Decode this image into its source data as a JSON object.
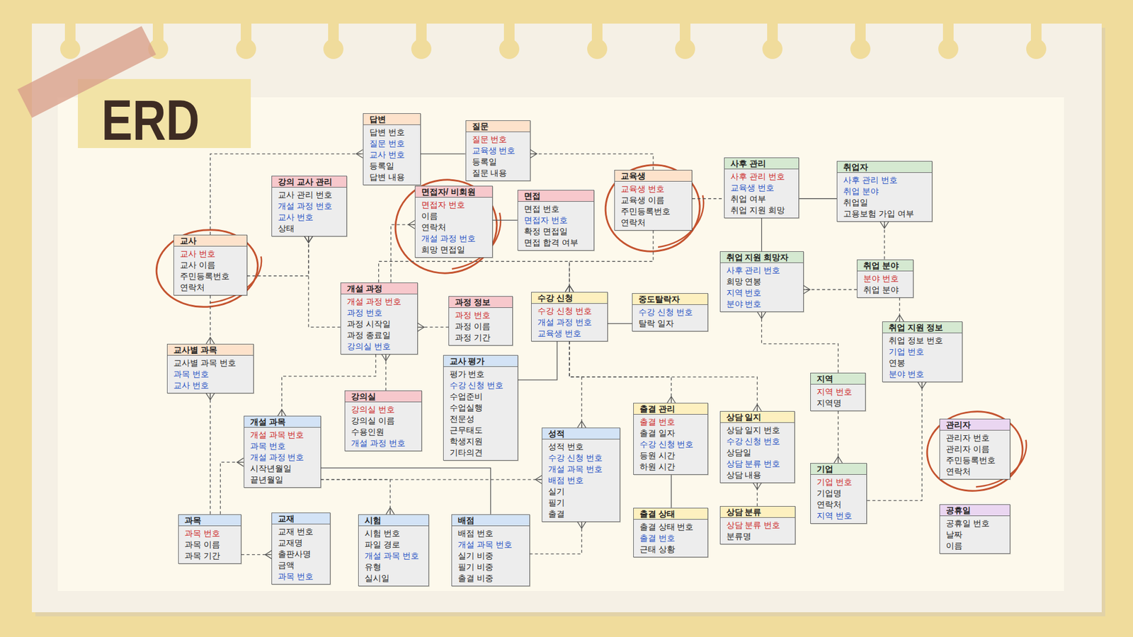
{
  "diagram": {
    "title": "ERD",
    "nodes": [
      {
        "text": [
          "답변",
          "답변 번호",
          "질문 번호",
          "교사 번호",
          "등록일",
          "답변 내용"
        ]
      },
      {
        "text": [
          "질문",
          "질문 번호",
          "교육생 번호",
          "등록일",
          "질문 내용"
        ]
      },
      {
        "text": [
          "교육생",
          "교육생 번호",
          "교육생 이름",
          "주민등록번호",
          "연락처"
        ]
      },
      {
        "text": [
          "사후 관리",
          "사후 관리 번호",
          "교육생 번호",
          "취업 여부",
          "취업 지원 희망"
        ]
      },
      {
        "text": [
          "취업자",
          "사후 관리 번호",
          "취업 분야",
          "취업일",
          "고용보험 가입 여부"
        ]
      },
      {
        "text": [
          "강의 교사 관리",
          "교사 관리 번호",
          "개설 과정 번호",
          "교사 번호",
          "상태"
        ]
      },
      {
        "text": [
          "면접자/ 비회원",
          "면접자 번호",
          "이름",
          "연락처",
          "개설 과정 번호",
          "희망 면접일"
        ]
      },
      {
        "text": [
          "면접",
          "면접 번호",
          "면접자 번호",
          "확정 면접일",
          "면접 합격 여부"
        ]
      },
      {
        "text": [
          "교사",
          "교사 번호",
          "교사 이름",
          "주민등록번호",
          "연락처"
        ]
      },
      {
        "text": [
          "취업 지원 희망자",
          "사후 관리 번호",
          "희망 연봉",
          "지역 번호",
          "분야 번호"
        ]
      },
      {
        "text": [
          "취업 분야",
          "분야 번호",
          "취업 분야"
        ]
      },
      {
        "text": [
          "개설 과정",
          "개설 과정 번호",
          "과정 번호",
          "과정 시작일",
          "과정 종료일",
          "강의실 번호"
        ]
      },
      {
        "text": [
          "과정 정보",
          "과정 번호",
          "과정 이름",
          "과정 기간"
        ]
      },
      {
        "text": [
          "수강 신청",
          "수강 신청 번호",
          "개설 과정 번호",
          "교육생 번호"
        ]
      },
      {
        "text": [
          "중도탈락자",
          "수강 신청 번호",
          "탈락 일자"
        ]
      },
      {
        "text": [
          "취업 지원 정보",
          "취업 정보 번호",
          "기업 번호",
          "연봉",
          "분야 번호"
        ]
      },
      {
        "text": [
          "교사별 과목",
          "교사별 과목 번호",
          "과목 번호",
          "교사 번호"
        ]
      },
      {
        "text": [
          "교사 평가",
          "평가 번호",
          "수강 신청 번호",
          "수업준비",
          "수업실행",
          "전문성",
          "근무태도",
          "학생지원",
          "기타의견"
        ]
      },
      {
        "text": [
          "강의실",
          "강의실 번호",
          "강의실 이름",
          "수용인원",
          "개설 과정 번호"
        ]
      },
      {
        "text": [
          "지역",
          "지역 번호",
          "지역명"
        ]
      },
      {
        "text": [
          "출결 관리",
          "출결 번호",
          "출결 일자",
          "수강 신청 번호",
          "등원 시간",
          "하원 시간"
        ]
      },
      {
        "text": [
          "상담 일지",
          "상담 일지 번호",
          "수강 신청 번호",
          "상담일",
          "상담 분류 번호",
          "상담 내용"
        ]
      },
      {
        "text": [
          "개설 과목",
          "개설 과목 번호",
          "과목 번호",
          "개설 과정 번호",
          "시작년월일",
          "끝년월일"
        ]
      },
      {
        "text": [
          "성적",
          "성적 번호",
          "수강 신청 번호",
          "개설 과목 번호",
          "배점 번호",
          "실기",
          "필기",
          "출결"
        ]
      },
      {
        "text": [
          "관리자",
          "관리자 번호",
          "관리자 이름",
          "주민등록번호",
          "연락처"
        ]
      },
      {
        "text": [
          "기업",
          "기업 번호",
          "기업명",
          "연락처",
          "지역 번호"
        ]
      },
      {
        "text": [
          "과목",
          "과목 번호",
          "과목 이름",
          "과목 기간"
        ]
      },
      {
        "text": [
          "교재",
          "교재 번호",
          "교재명",
          "출판사명",
          "금액",
          "과목 번호"
        ]
      },
      {
        "text": [
          "시험",
          "시험 번호",
          "파일 경로",
          "개설 과목 번호",
          "유형",
          "실시일"
        ]
      },
      {
        "text": [
          "배점",
          "배점 번호",
          "개설 과목 번호",
          "실기 비중",
          "필기 비중",
          "출결 비중"
        ]
      },
      {
        "text": [
          "출결 상태",
          "출결 상태 번호",
          "출결 번호",
          "근태 상황"
        ]
      },
      {
        "text": [
          "상담 분류",
          "상담 분류 번호",
          "분류명"
        ]
      },
      {
        "text": [
          "공휴일",
          "공휴일 번호",
          "날짜",
          "이름"
        ]
      }
    ],
    "edges": [
      {
        "from": 8,
        "to": 0,
        "arrow": "to"
      },
      {
        "from": 0,
        "to": 1,
        "arrow": "none"
      },
      {
        "from": 2,
        "to": 1,
        "arrow": "to"
      },
      {
        "from": 8,
        "to": 5,
        "arrow": "to"
      },
      {
        "from": 11,
        "to": 5,
        "arrow": "to"
      },
      {
        "from": 11,
        "to": 6,
        "arrow": "to"
      },
      {
        "from": 6,
        "to": 7,
        "arrow": "none"
      },
      {
        "from": 12,
        "to": 11,
        "arrow": "to"
      },
      {
        "from": 2,
        "to": 13,
        "arrow": "to"
      },
      {
        "from": 11,
        "to": 13,
        "arrow": "to"
      },
      {
        "from": 2,
        "to": 3,
        "arrow": "none"
      },
      {
        "from": 3,
        "to": 4,
        "arrow": "none"
      },
      {
        "from": 3,
        "to": 9,
        "arrow": "none"
      },
      {
        "from": 10,
        "to": 4,
        "arrow": "to"
      },
      {
        "from": 10,
        "to": 9,
        "arrow": "to"
      },
      {
        "from": 10,
        "to": 15,
        "arrow": "to"
      },
      {
        "from": 19,
        "to": 9,
        "arrow": "to"
      },
      {
        "from": 19,
        "to": 25,
        "arrow": "to"
      },
      {
        "from": 25,
        "to": 15,
        "arrow": "to"
      },
      {
        "from": 13,
        "to": 14,
        "arrow": "none"
      },
      {
        "from": 13,
        "to": 17,
        "arrow": "none"
      },
      {
        "from": 13,
        "to": 23,
        "arrow": "to"
      },
      {
        "from": 13,
        "to": 20,
        "arrow": "to"
      },
      {
        "from": 13,
        "to": 21,
        "arrow": "to"
      },
      {
        "from": 11,
        "to": 22,
        "arrow": "to"
      },
      {
        "from": 18,
        "to": 11,
        "arrow": "to"
      },
      {
        "from": 8,
        "to": 16,
        "arrow": "to"
      },
      {
        "from": 26,
        "to": 16,
        "arrow": "to"
      },
      {
        "from": 26,
        "to": 22,
        "arrow": "to"
      },
      {
        "from": 26,
        "to": 27,
        "arrow": "to"
      },
      {
        "from": 22,
        "to": 23,
        "arrow": "to"
      },
      {
        "from": 22,
        "to": 28,
        "arrow": "to"
      },
      {
        "from": 22,
        "to": 29,
        "arrow": "none"
      },
      {
        "from": 29,
        "to": 23,
        "arrow": "to"
      },
      {
        "from": 20,
        "to": 30,
        "arrow": "none"
      },
      {
        "from": 31,
        "to": 21,
        "arrow": "to"
      }
    ]
  }
}
